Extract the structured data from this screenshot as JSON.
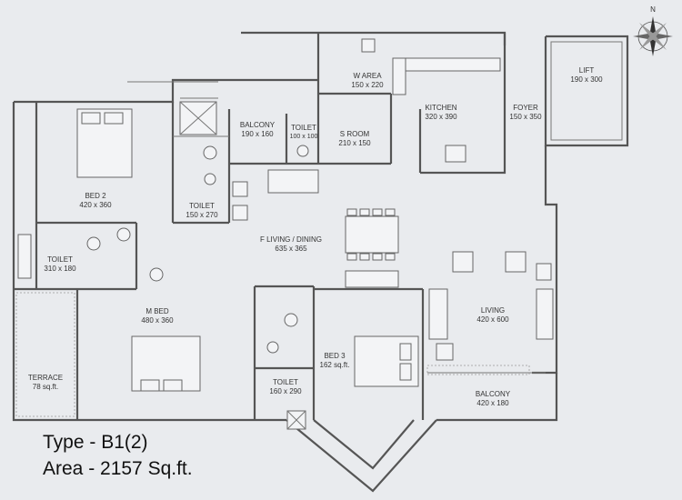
{
  "rooms": [
    {
      "id": "lift",
      "name": "LIFT",
      "size": "190 x 300"
    },
    {
      "id": "foyer",
      "name": "FOYER",
      "size": "150 x 350"
    },
    {
      "id": "kitchen",
      "name": "KITCHEN",
      "size": "320 x 390"
    },
    {
      "id": "warea",
      "name": "W AREA",
      "size": "150 x 220"
    },
    {
      "id": "sroom",
      "name": "S ROOM",
      "size": "210 x 150"
    },
    {
      "id": "toilet_s",
      "name": "TOILET",
      "size": "100 x 100"
    },
    {
      "id": "balcony_top",
      "name": "BALCONY",
      "size": "190 x 160"
    },
    {
      "id": "bed2",
      "name": "BED 2",
      "size": "420 x 360"
    },
    {
      "id": "toilet_b2",
      "name": "TOILET",
      "size": "150 x 270"
    },
    {
      "id": "toilet_left",
      "name": "TOILET",
      "size": "310 x 180"
    },
    {
      "id": "living_dining",
      "name": "F LIVING / DINING",
      "size": "635 x 365"
    },
    {
      "id": "living",
      "name": "LIVING",
      "size": "420 x 600"
    },
    {
      "id": "mbed",
      "name": "M BED",
      "size": "480 x 360"
    },
    {
      "id": "terrace",
      "name": "TERRACE",
      "size": "78 sq.ft."
    },
    {
      "id": "bed3",
      "name": "BED 3",
      "size": "162 sq.ft."
    },
    {
      "id": "toilet_b3",
      "name": "TOILET",
      "size": "160 x 290"
    },
    {
      "id": "balcony_bottom",
      "name": "BALCONY",
      "size": "420 x 180"
    }
  ],
  "compass_label": "N",
  "caption": {
    "type": "Type - B1(2)",
    "area": "Area - 2157 Sq.ft."
  }
}
